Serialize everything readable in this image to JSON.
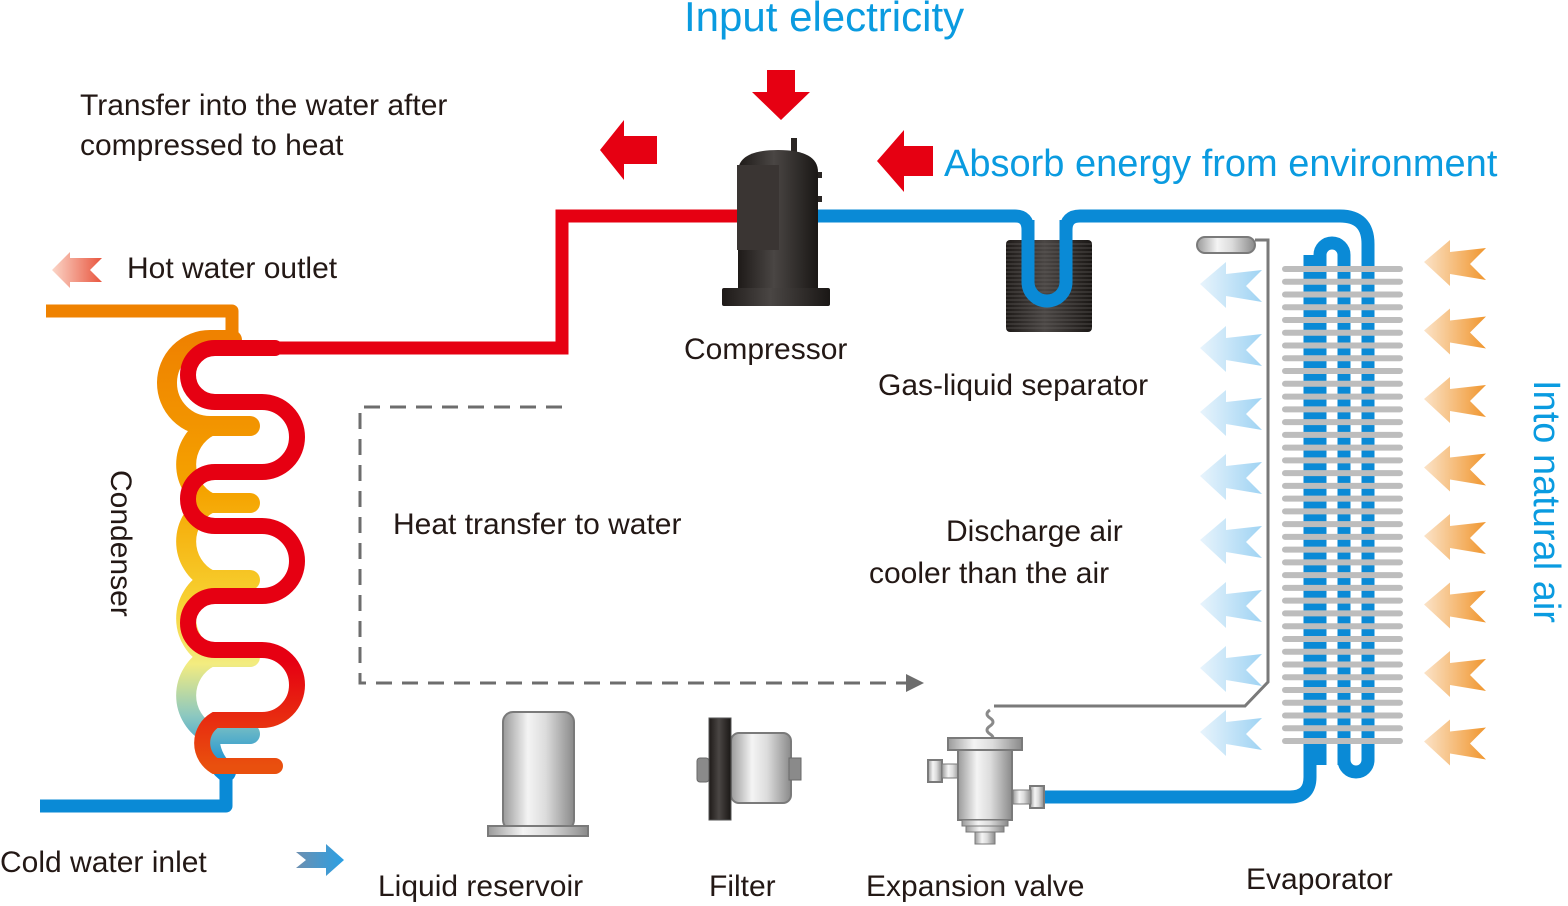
{
  "diagram": {
    "title": "Input electricity",
    "annotations": {
      "transfer_heat": [
        "Transfer into the water after",
        "compressed to heat"
      ],
      "absorb_energy": "Absorb energy from environment",
      "heat_transfer_water": "Heat transfer to water",
      "discharge_air": [
        "Discharge air",
        "cooler than the air"
      ],
      "into_natural_air": "Into natural air"
    },
    "components": {
      "compressor": "Compressor",
      "gas_liquid_separator": "Gas-liquid separator",
      "condenser": "Condenser",
      "liquid_reservoir": "Liquid reservoir",
      "filter": "Filter",
      "expansion_valve": "Expansion valve",
      "evaporator": "Evaporator"
    },
    "water": {
      "hot_outlet": "Hot water outlet",
      "cold_inlet": "Cold water inlet"
    },
    "icons": {
      "electricity_arrow": "down-arrow-red",
      "heat_out_arrow": "left-arrow-red",
      "absorb_arrow": "left-arrow-red",
      "hot_water_arrow": "left-arrow-salmon",
      "cold_water_arrow": "right-arrow-blue",
      "cool_air_arrows": "left-arrow-lightblue",
      "warm_air_arrows": "left-arrow-orange"
    },
    "colors": {
      "hot_pipe": "#e60012",
      "cold_pipe": "#0a8ad6",
      "water_hot": "#ef8200",
      "accent_text": "#0a9be0",
      "arrow_red": "#e60012",
      "dashed_line": "#6d6d6d",
      "fin_gray": "#bdbdbd"
    },
    "counts": {
      "warm_air_arrows": 8,
      "cool_air_arrows": 8,
      "evaporator_fins": 38
    }
  }
}
